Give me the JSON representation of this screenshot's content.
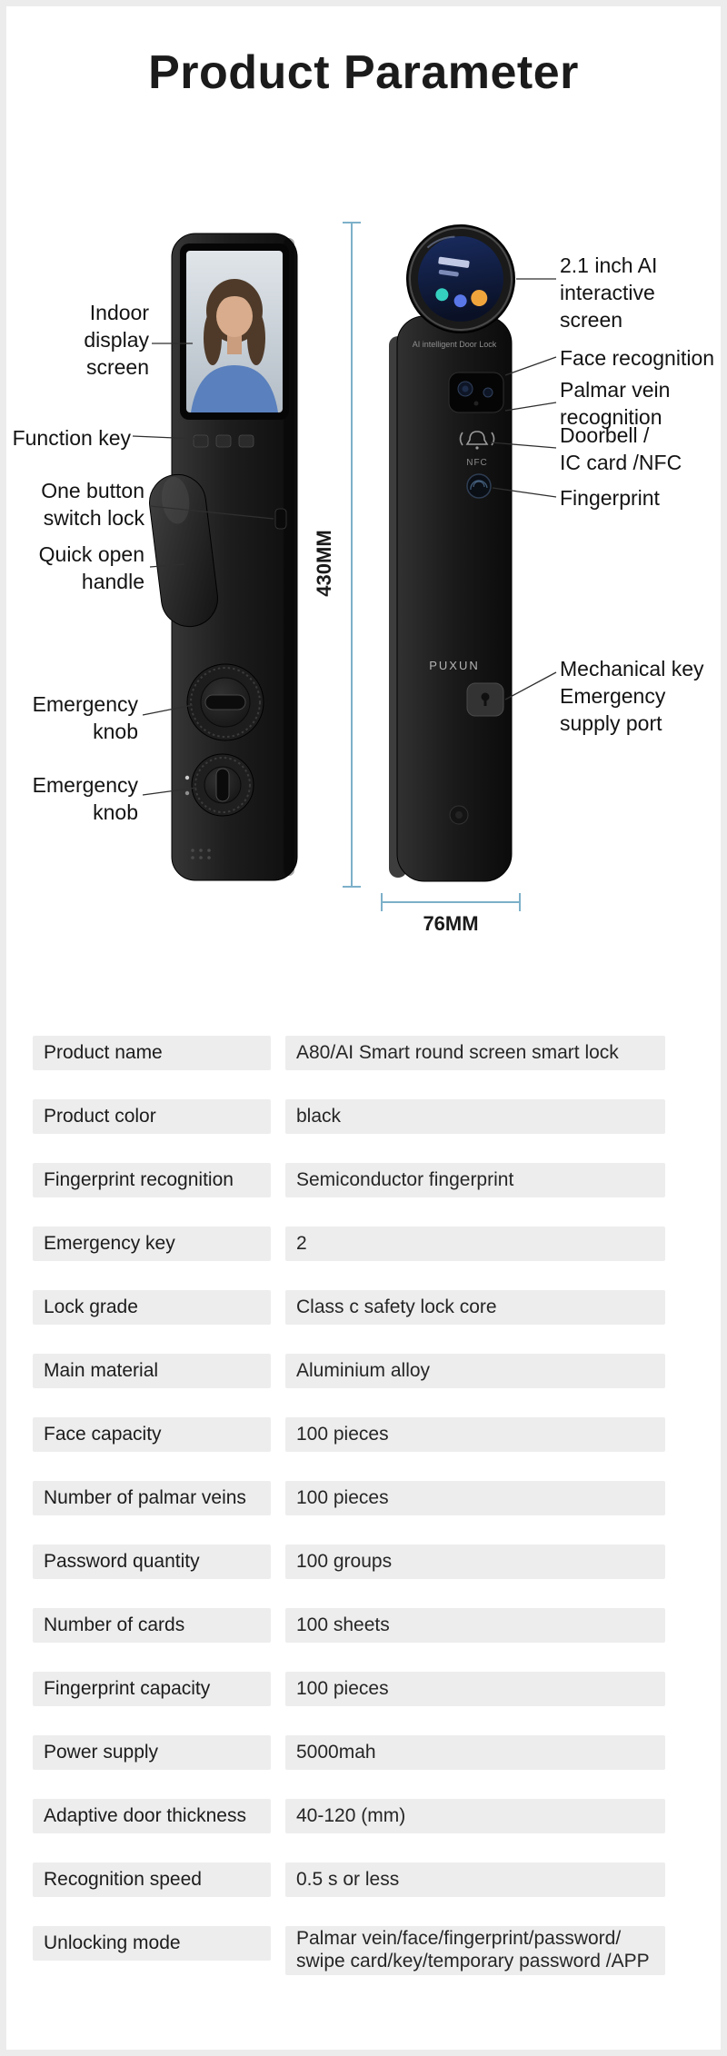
{
  "page": {
    "title": "Product Parameter"
  },
  "diagram": {
    "height_label": "430MM",
    "width_label": "76MM",
    "indoor_labels": [
      "Indoor\ndisplay\nscreen",
      "Function key",
      "One button\nswitch lock",
      "Quick open\nhandle",
      "Emergency\nknob",
      "Emergency\nknob"
    ],
    "outdoor_labels": [
      "2.1 inch AI\ninteractive\nscreen",
      "Face recognition",
      "Palmar vein\nrecognition",
      "Doorbell /\nIC card /NFC",
      "Fingerprint",
      "Mechanical key\nEmergency\nsupply port"
    ],
    "device_texts": {
      "screen_caption": "AI intelligent Door Lock",
      "nfc": "NFC",
      "brand": "PUXUN"
    }
  },
  "spec": {
    "rows": [
      {
        "label": "Product name",
        "value": "A80/AI Smart round screen smart lock"
      },
      {
        "label": "Product color",
        "value": "black"
      },
      {
        "label": "Fingerprint recognition",
        "value": "Semiconductor fingerprint"
      },
      {
        "label": "Emergency key",
        "value": "2"
      },
      {
        "label": "Lock grade",
        "value": "Class c safety lock core"
      },
      {
        "label": "Main material",
        "value": "Aluminium alloy"
      },
      {
        "label": "Face capacity",
        "value": "100 pieces"
      },
      {
        "label": "Number of palmar veins",
        "value": "100 pieces"
      },
      {
        "label": "Password quantity",
        "value": "100 groups"
      },
      {
        "label": "Number of cards",
        "value": "100 sheets"
      },
      {
        "label": "Fingerprint capacity",
        "value": "100 pieces"
      },
      {
        "label": "Power supply",
        "value": "5000mah"
      },
      {
        "label": "Adaptive door thickness",
        "value": "40-120 (mm)"
      },
      {
        "label": "Recognition speed",
        "value": "0.5 s or less"
      },
      {
        "label": "Unlocking mode",
        "value": "Palmar vein/face/fingerprint/password/ swipe card/key/temporary password /APP"
      }
    ]
  }
}
